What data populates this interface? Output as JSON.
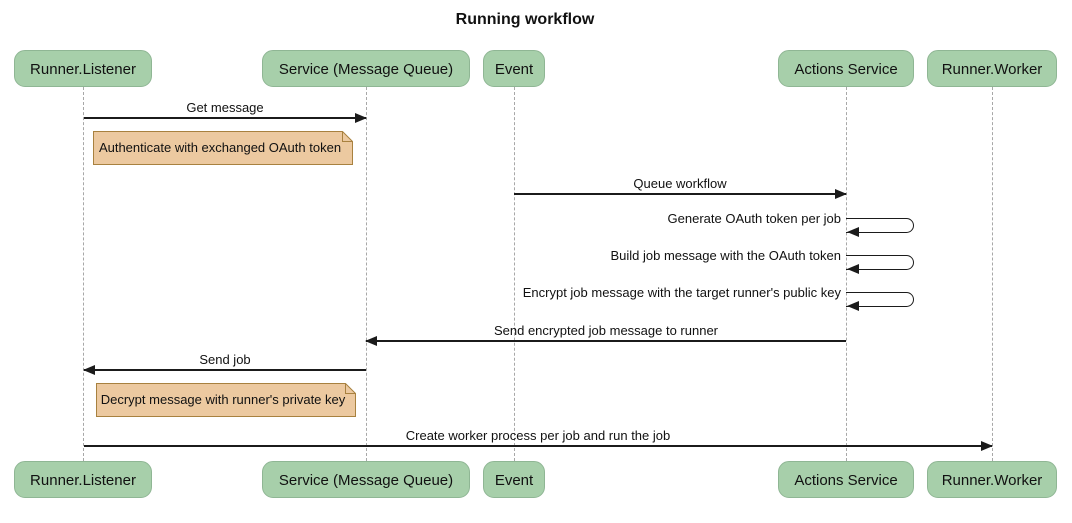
{
  "title": "Running workflow",
  "participants": [
    {
      "label": "Runner.Listener"
    },
    {
      "label": "Service (Message Queue)"
    },
    {
      "label": "Event"
    },
    {
      "label": "Actions Service"
    },
    {
      "label": "Runner.Worker"
    }
  ],
  "messages": [
    {
      "label": "Get message",
      "from": "Runner.Listener",
      "to": "Service (Message Queue)",
      "type": "solid_arrow"
    },
    {
      "label": "Queue workflow",
      "from": "Event",
      "to": "Actions Service",
      "type": "solid_arrow"
    },
    {
      "label": "Generate OAuth token per job",
      "from": "Actions Service",
      "to": "Actions Service",
      "type": "self"
    },
    {
      "label": "Build job message with the OAuth token",
      "from": "Actions Service",
      "to": "Actions Service",
      "type": "self"
    },
    {
      "label": "Encrypt job message with the target runner's public key",
      "from": "Actions Service",
      "to": "Actions Service",
      "type": "self"
    },
    {
      "label": "Send encrypted job message to runner",
      "from": "Actions Service",
      "to": "Service (Message Queue)",
      "type": "solid_arrow"
    },
    {
      "label": "Send job",
      "from": "Service (Message Queue)",
      "to": "Runner.Listener",
      "type": "solid_arrow"
    },
    {
      "label": "Create worker process per job and run the job",
      "from": "Runner.Listener",
      "to": "Runner.Worker",
      "type": "solid_arrow"
    }
  ],
  "notes": [
    {
      "label": "Authenticate with exchanged OAuth token",
      "over": "Runner.Listener"
    },
    {
      "label": "Decrypt message with runner's private key",
      "over": "Runner.Listener"
    }
  ],
  "colors": {
    "actor_fill": "#a7cfaa",
    "actor_border": "#8fb694",
    "note_fill": "#ecc9a0",
    "note_border": "#a8813f"
  }
}
